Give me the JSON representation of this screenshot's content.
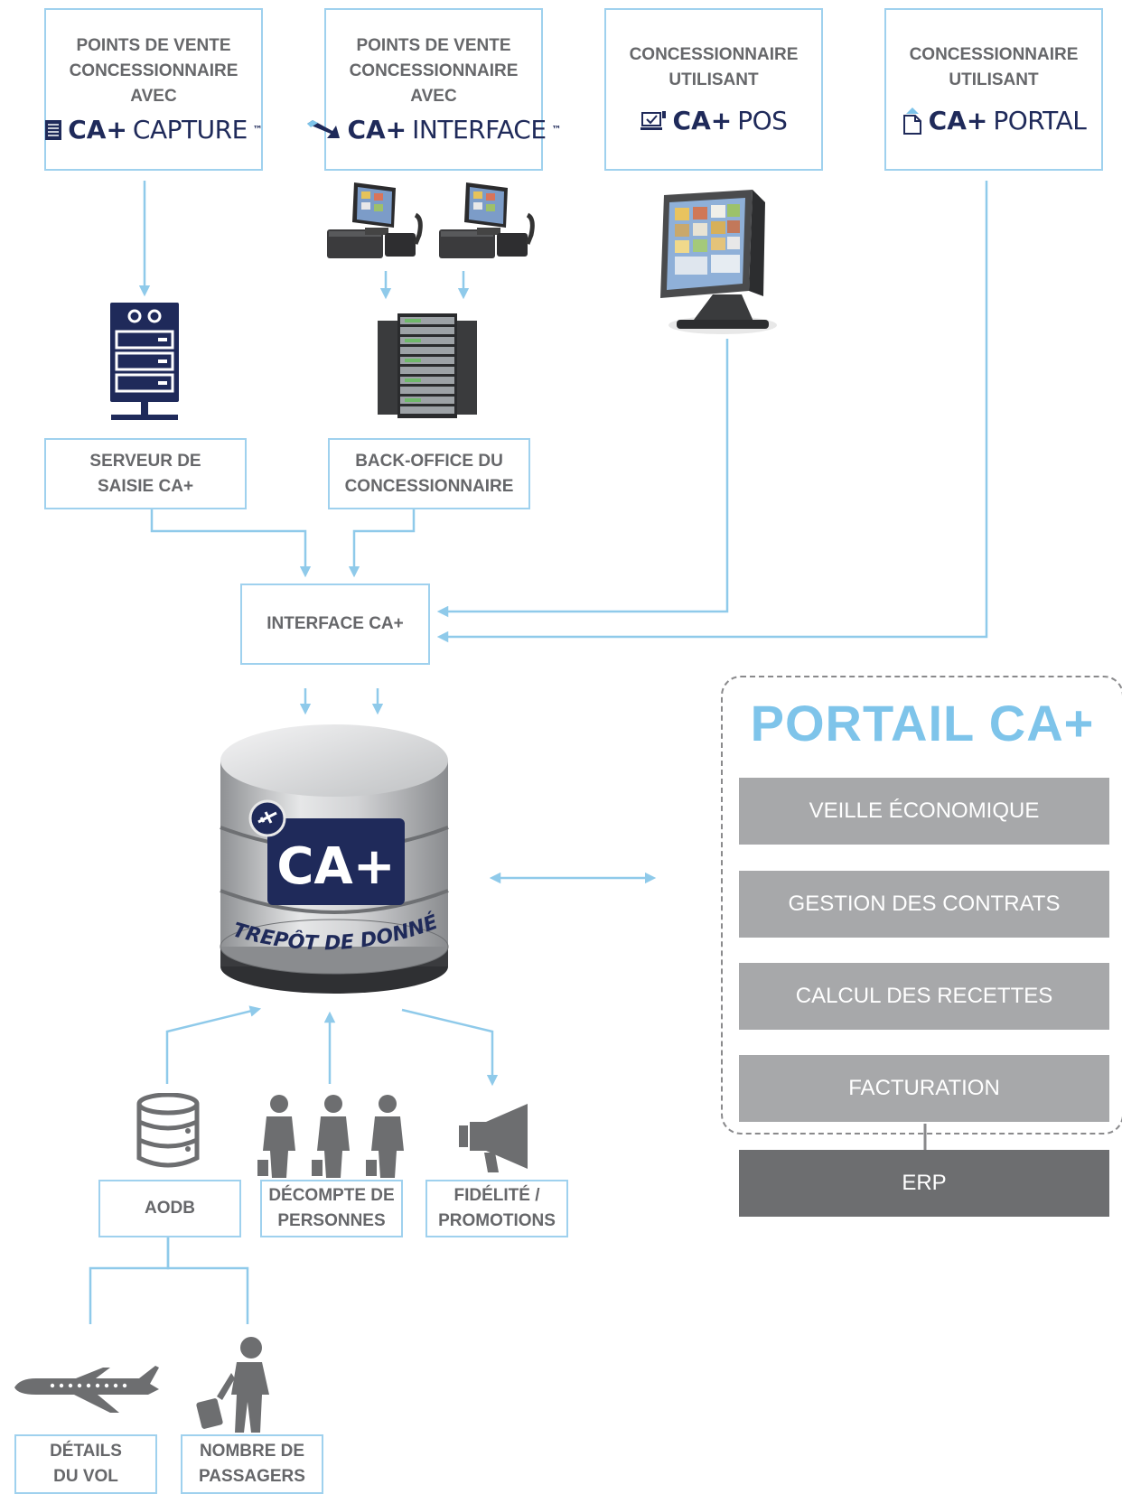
{
  "top_boxes": [
    {
      "lines": [
        "POINTS DE VENTE",
        "CONCESSIONNAIRE",
        "AVEC"
      ],
      "brand": "CA+",
      "product": "CAPTURE",
      "tm": "™",
      "icon": "document-icon"
    },
    {
      "lines": [
        "POINTS DE VENTE",
        "CONCESSIONNAIRE",
        "AVEC"
      ],
      "brand": "CA+",
      "product": "INTERFACE",
      "tm": "™",
      "icon": "arrow-down-right-icon"
    },
    {
      "lines": [
        "CONCESSIONNAIRE",
        "UTILISANT"
      ],
      "brand": "CA+",
      "product": "POS",
      "tm": "",
      "icon": "pos-terminal-icon"
    },
    {
      "lines": [
        "CONCESSIONNAIRE",
        "UTILISANT"
      ],
      "brand": "CA+",
      "product": "PORTAL",
      "tm": "",
      "icon": "upload-file-icon"
    }
  ],
  "mid_boxes": {
    "capture_server": [
      "SERVEUR DE",
      "SAISIE CA+"
    ],
    "back_office": [
      "BACK-OFFICE DU",
      "CONCESSIONNAIRE"
    ],
    "interface": "INTERFACE CA+"
  },
  "warehouse": {
    "logo": "CA+",
    "label": "ENTREPÔT DE DONNÉES"
  },
  "sources": {
    "aodb": "AODB",
    "people_count": [
      "DÉCOMPTE DE",
      "PERSONNES"
    ],
    "loyalty": [
      "FIDÉLITÉ /",
      "PROMOTIONS"
    ]
  },
  "aodb_children": {
    "flight": [
      "DÉTAILS",
      "DU VOL"
    ],
    "passengers": [
      "NOMBRE DE",
      "PASSAGERS"
    ]
  },
  "portal": {
    "title": "PORTAIL CA+",
    "items": [
      "VEILLE ÉCONOMIQUE",
      "GESTION DES CONTRATS",
      "CALCUL DES RECETTES",
      "FACTURATION"
    ],
    "erp": "ERP"
  },
  "colors": {
    "line": "#8fcaea",
    "box_border": "#9fd1ee",
    "brand_navy": "#1f2a5a",
    "portal_title": "#7ec4ea",
    "bar": "#a7a8aa",
    "erp": "#6d6e70",
    "icon_gray": "#6d6e70"
  }
}
